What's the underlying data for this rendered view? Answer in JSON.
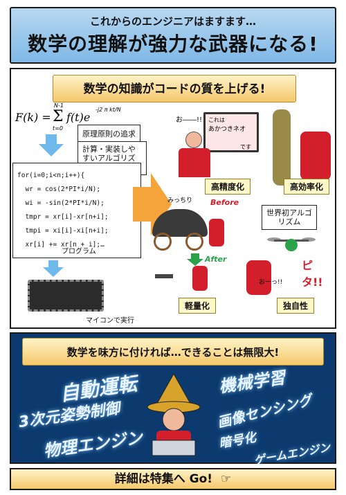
{
  "header": {
    "subtitle": "これからのエンジニアはますます…",
    "title": "数学の理解が強力な武器になる!"
  },
  "section1": {
    "ribbon": "数学の知識がコードの質を上げる!",
    "formula_lhs": "F(k) =",
    "formula_sum_top": "N-1",
    "formula_sum_bottom": "t=0",
    "formula_body": "f(t)e",
    "formula_exp": "-j2 π kt/N",
    "callout_principle": "原理原則の追求",
    "callout_algorithm": "計算・実装しやすいアルゴリズム",
    "code_lines": [
      "for(i=0;i<n;i++){",
      "  wr = cos(2*PI*i/N);",
      "  wi = -sin(2*PI*i/N);",
      "  tmpr = xr[i]-xr[n+i];",
      "  tmpi = xi[i]-xi[n+i];",
      "  xr[i] += xr[n + i];…"
    ],
    "code_caption": "プログラム",
    "chip_caption": "マイコンで実行",
    "screen_text_1": "これは",
    "screen_text_2": "あかつきネオ",
    "screen_text_3": "です",
    "sfx_oo": "お――!!",
    "tag_precision": "高精度化",
    "tag_efficiency": "高効率化",
    "label_before": "Before",
    "label_after": "After",
    "sfx_mitchiri": "みっちり",
    "sfx_pita": "ピタ!!",
    "callout_world_first": "世界初アルゴリズム",
    "tag_light": "軽量化",
    "tag_unique": "独自性",
    "sfx_ooh": "おーっ!!"
  },
  "section2": {
    "ribbon": "数学を味方に付ければ…できることは無限大!",
    "words": [
      "自動運転",
      "機械学習",
      "3次元姿勢制御",
      "画像センシング",
      "物理エンジン",
      "暗号化",
      "ゲームエンジン"
    ],
    "bg_color": "#0c3a6e"
  },
  "footer": {
    "label": "詳細は特集へ Go!",
    "icon": "pointing-hand-icon"
  },
  "colors": {
    "header_bg": "#7fb8e6",
    "ribbon_bg": "#f5c86c",
    "accent_red": "#d21f2b",
    "after_green": "#2aa24a"
  }
}
